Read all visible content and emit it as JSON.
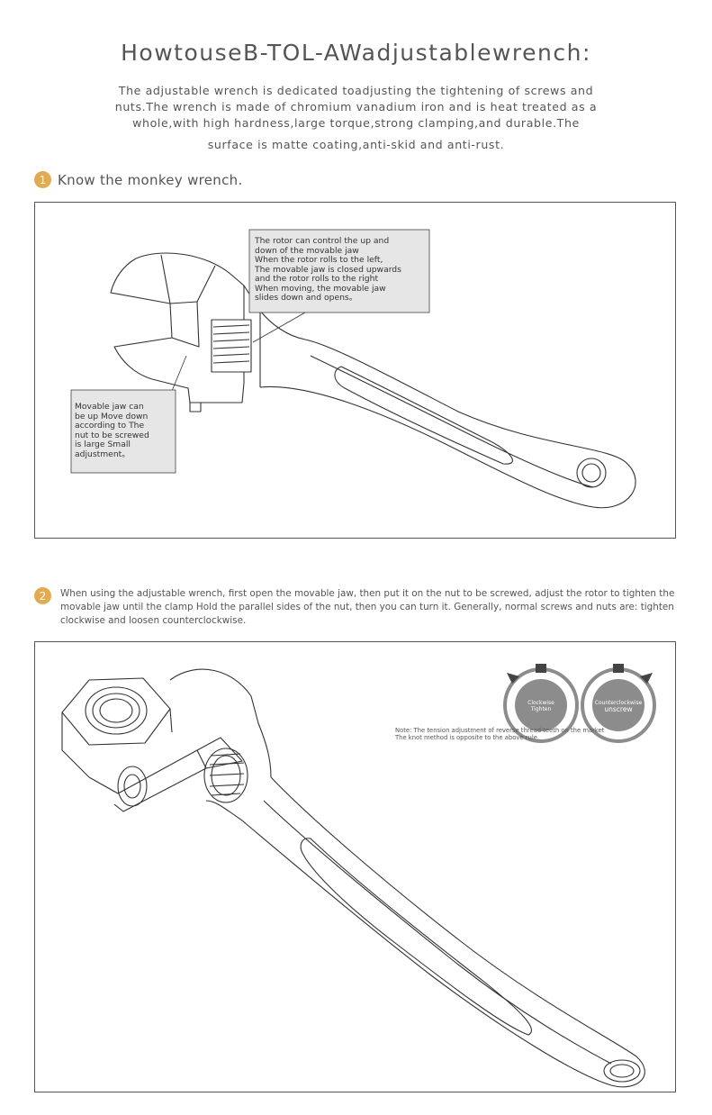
{
  "title": "HowtouseB-TOL-AWadjustablewrench:",
  "intro": {
    "line1": "The adjustable wrench is dedicated toadjusting the tightening of screws and",
    "line2": "nuts.The wrench is made of chromium vanadium iron and is heat  treated as a",
    "line3": "whole,with high hardness,large torque,strong clamping,and durable.The",
    "line4": "surface is matte coating,anti-skid and anti-rust."
  },
  "step1": {
    "number": "1",
    "title": "Know the monkey wrench.",
    "callout_rotor": {
      "lines": [
        "The rotor can control the up and",
        "down of the movable jaw",
        "When the rotor rolls to the left,",
        "The movable jaw is closed upwards",
        " and the rotor rolls to the right",
        "When moving, the movable jaw",
        "slides down and opens。"
      ]
    },
    "callout_jaw": {
      "lines": [
        "Movable jaw can",
        "be up Move down",
        "according to The",
        "nut to be screwed",
        "is large Small",
        "adjustment。"
      ]
    }
  },
  "step2": {
    "number": "2",
    "text": "When using the adjustable wrench, first open the movable jaw, then put it on the nut to be screwed, adjust the rotor to tighten the movable jaw until the clamp Hold the parallel sides of the nut, then you can turn it. Generally, normal screws and nuts are: tighten clockwise and loosen counterclockwise.",
    "dial_clockwise": {
      "line1": "Clockwise",
      "line2": "Tighten"
    },
    "dial_counter": {
      "line1": "Counterclockwise",
      "line2": "unscrew"
    },
    "note": {
      "line1": "Note: The tension adjustment of reverse thread teeth on the market",
      "line2": "The knot method is opposite to the above rule."
    }
  },
  "colors": {
    "accent": "#e2ab52",
    "dial_gray": "#8c8c8c",
    "callout_fill": "#e6e6e6",
    "line": "#333333"
  }
}
